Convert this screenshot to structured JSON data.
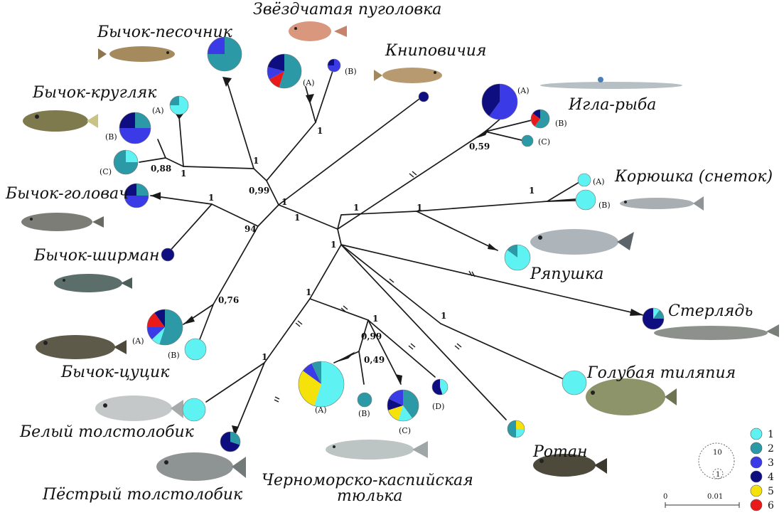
{
  "colors": {
    "hap1": "#5ef2f2",
    "hap2": "#2b9aa6",
    "hap3": "#3a3ae6",
    "hap4": "#0e0e80",
    "hap5": "#f5e20a",
    "hap6": "#e81a1a"
  },
  "species": {
    "pesochnik": "Бычок-песочник",
    "puglovka": "Звёздчатая пуголовка",
    "knipovichia": "Книповичия",
    "kruglyak": "Бычок-кругляк",
    "igla": "Игла-рыба",
    "koryushka": "Корюшка (снеток)",
    "golovach": "Бычок-головач",
    "shirman": "Бычок-ширман",
    "ryapushka": "Ряпушка",
    "sterlyad": "Стерлядь",
    "tsutsik": "Бычок-цуцик",
    "tilapia": "Голубая тиляпия",
    "beliy": "Белый толстолобик",
    "rotan": "Ротан",
    "pestriy": "Пёстрый толстолобик",
    "tyulka_1": "Черноморско-каспийская",
    "tyulka_2": "тюлька"
  },
  "group_tags": {
    "A": "(A)",
    "B": "(B)",
    "C": "(C)",
    "D": "(D)"
  },
  "support_values": {
    "n_099": "0,99",
    "n_1": "1",
    "n_088": "0,88",
    "n_059": "0,59",
    "n_94": "94",
    "n_076": "0,76",
    "n_049": "0,49"
  },
  "legend": {
    "items": [
      "1",
      "2",
      "3",
      "4",
      "5",
      "6"
    ],
    "circle_large": "10",
    "circle_small": "1",
    "scale_start": "0",
    "scale_end": "0.01"
  }
}
